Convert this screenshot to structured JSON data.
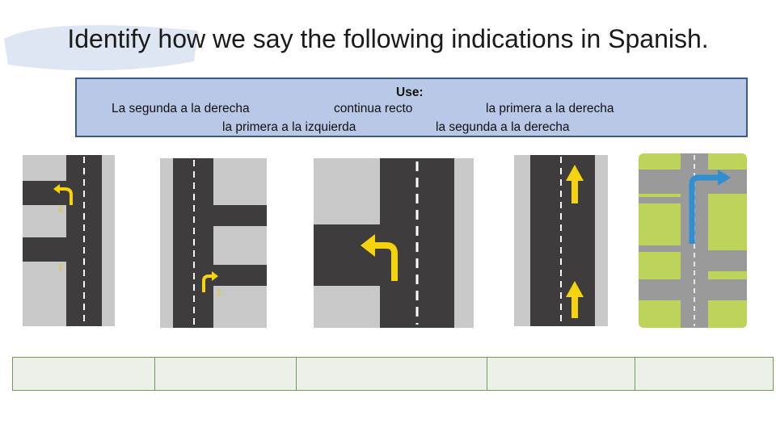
{
  "title": "Identify how we say the following indications in Spanish.",
  "use_box": {
    "heading": "Use:",
    "options": [
      "La segunda a la derecha",
      "continua recto",
      "la primera a la derecha",
      "la primera a la izquierda",
      "la segunda a la derecha"
    ]
  },
  "figures": [
    {
      "id": 1,
      "labels": [
        "2",
        "1"
      ]
    },
    {
      "id": 2,
      "labels": [
        "1"
      ]
    },
    {
      "id": 3,
      "labels": []
    },
    {
      "id": 4,
      "labels": []
    },
    {
      "id": 5,
      "labels": []
    }
  ],
  "answers": [
    "",
    "",
    "",
    "",
    ""
  ],
  "colors": {
    "road": "#3f3c3d",
    "sidewalk": "#c8c8c8",
    "arrow_yellow": "#f5d40f",
    "arrow_blue": "#2f8fd0",
    "grass": "#bcd45a",
    "box_fill": "#b8c8e6",
    "box_border": "#3b5a86",
    "answer_fill": "#ebf1e8",
    "answer_border": "#6f9a5a"
  }
}
